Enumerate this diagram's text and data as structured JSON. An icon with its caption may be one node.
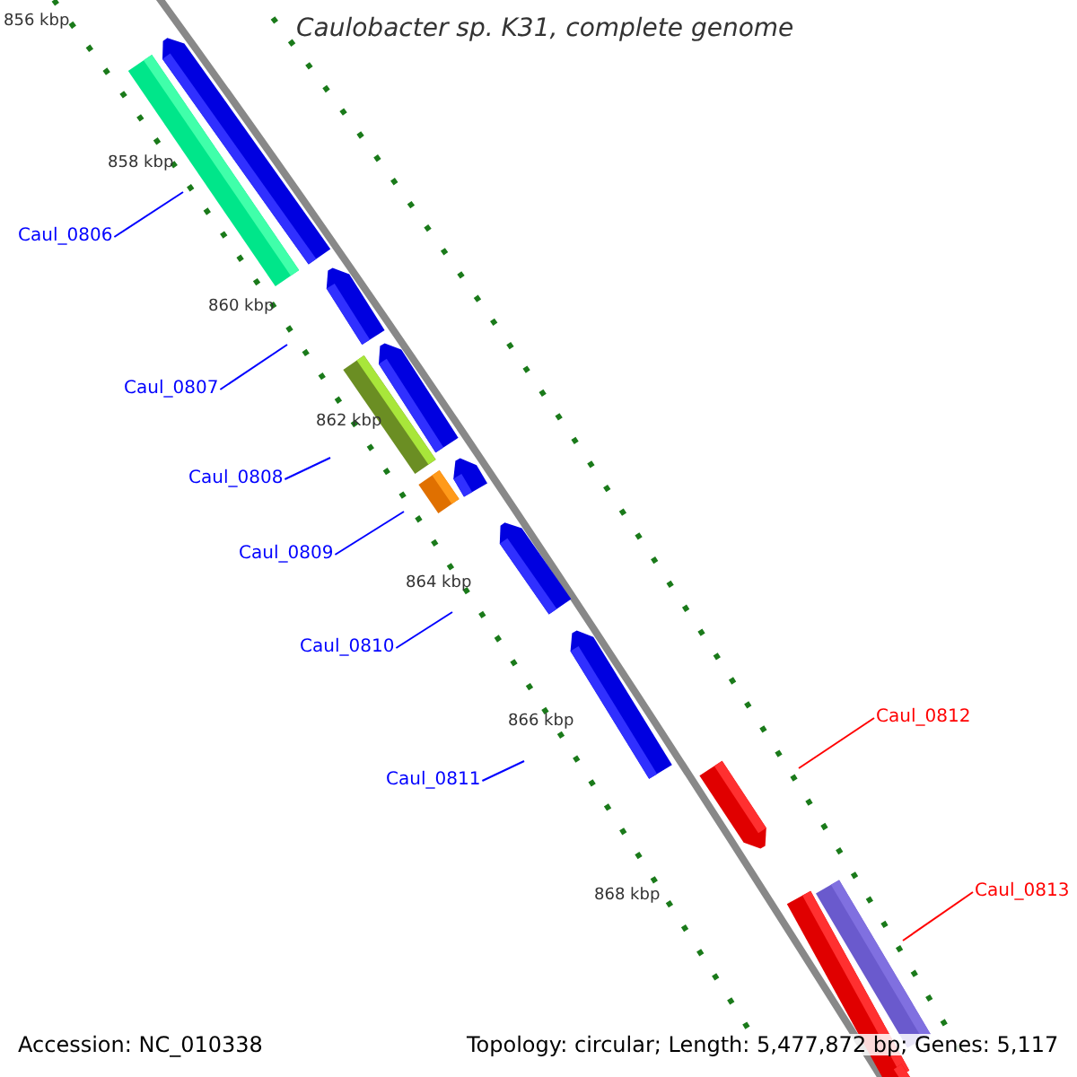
{
  "diagram": {
    "title": "Caulobacter sp. K31, complete genome",
    "nodes": [
      {
        "text": [
          "Caul_0806"
        ]
      },
      {
        "text": [
          "Caul_0807"
        ]
      },
      {
        "text": [
          "Caul_0808"
        ]
      },
      {
        "text": [
          "Caul_0809"
        ]
      },
      {
        "text": [
          "Caul_0810"
        ]
      },
      {
        "text": [
          "Caul_0811"
        ]
      },
      {
        "text": [
          "Caul_0812"
        ]
      },
      {
        "text": [
          "Caul_0813"
        ]
      }
    ],
    "edges": [
      {
        "from": 0,
        "to": null,
        "arrow": "none"
      },
      {
        "from": 1,
        "to": null,
        "arrow": "none"
      },
      {
        "from": 2,
        "to": null,
        "arrow": "none"
      },
      {
        "from": 3,
        "to": null,
        "arrow": "none"
      },
      {
        "from": 4,
        "to": null,
        "arrow": "none"
      },
      {
        "from": 5,
        "to": null,
        "arrow": "none"
      },
      {
        "from": 6,
        "to": null,
        "arrow": "none",
        "color": "#ff0000"
      },
      {
        "from": 7,
        "to": null,
        "arrow": "none",
        "color": "#ff0000"
      }
    ],
    "labels": [
      "856 kbp",
      "858 kbp",
      "860 kbp",
      "862 kbp",
      "864 kbp",
      "866 kbp",
      "868 kbp",
      "Accession: NC_010338",
      "Topology: circular; Length: 5,477,872 bp; Genes: 5,117"
    ]
  }
}
